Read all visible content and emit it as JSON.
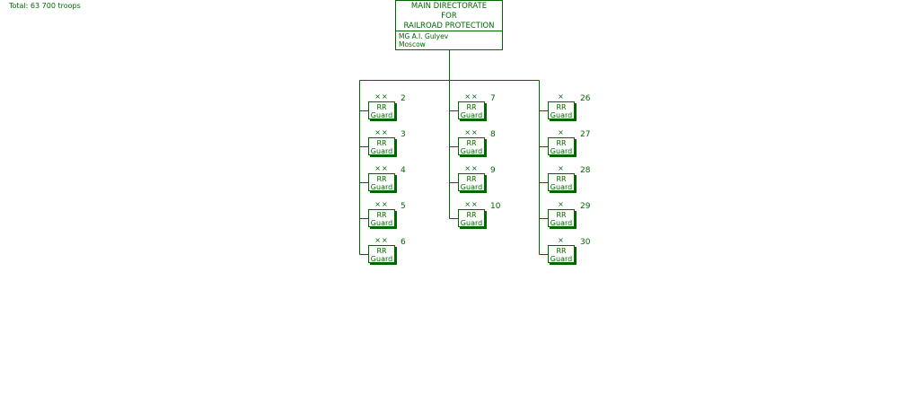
{
  "total": "Total: 63 700 troops",
  "hq": {
    "name_lines": [
      "MAIN DIRECTORATE",
      "FOR",
      "RAILROAD PROTECTION"
    ],
    "commander": "MG  A.I. Gulyev",
    "location": "Moscow"
  },
  "columns": [
    {
      "units": [
        {
          "number": "2",
          "size": "××",
          "label1": "RR",
          "label2": "Guard"
        },
        {
          "number": "3",
          "size": "××",
          "label1": "RR",
          "label2": "Guard"
        },
        {
          "number": "4",
          "size": "××",
          "label1": "RR",
          "label2": "Guard"
        },
        {
          "number": "5",
          "size": "××",
          "label1": "RR",
          "label2": "Guard"
        },
        {
          "number": "6",
          "size": "××",
          "label1": "RR",
          "label2": "Guard"
        }
      ]
    },
    {
      "units": [
        {
          "number": "7",
          "size": "××",
          "label1": "RR",
          "label2": "Guard"
        },
        {
          "number": "8",
          "size": "××",
          "label1": "RR",
          "label2": "Guard"
        },
        {
          "number": "9",
          "size": "××",
          "label1": "RR",
          "label2": "Guard"
        },
        {
          "number": "10",
          "size": "××",
          "label1": "RR",
          "label2": "Guard"
        }
      ]
    },
    {
      "units": [
        {
          "number": "26",
          "size": "×",
          "label1": "RR",
          "label2": "Guard"
        },
        {
          "number": "27",
          "size": "×",
          "label1": "RR",
          "label2": "Guard"
        },
        {
          "number": "28",
          "size": "×",
          "label1": "RR",
          "label2": "Guard"
        },
        {
          "number": "29",
          "size": "×",
          "label1": "RR",
          "label2": "Guard"
        },
        {
          "number": "30",
          "size": "×",
          "label1": "RR",
          "label2": "Guard"
        }
      ]
    }
  ],
  "colors": {
    "line": "#006600",
    "background": "#ffffff"
  }
}
